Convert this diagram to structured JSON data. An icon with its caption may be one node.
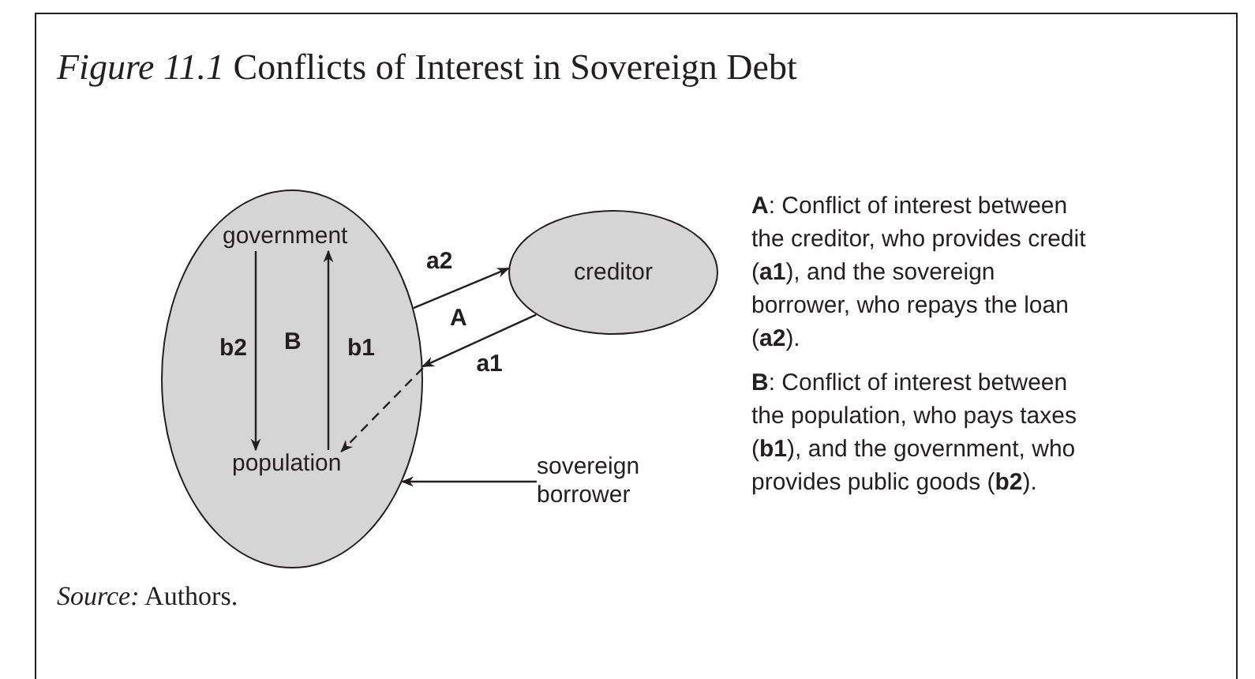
{
  "diagram": {
    "title": "*Figure 11.1* Conflicts of Interest in Sovereign Debt",
    "caption": "*Source:* Authors.",
    "nodes": [
      {
        "text": [],
        "shape": "ellipse"
      },
      {
        "text": [
          "government"
        ],
        "in": 0
      },
      {
        "text": [
          "population"
        ],
        "in": 0
      },
      {
        "text": [
          "creditor"
        ]
      },
      {
        "text": [
          "sovereign borrower"
        ]
      }
    ],
    "edges": [
      {
        "from": 1,
        "to": 2,
        "arrow": "to",
        "label": "b2"
      },
      {
        "from": 2,
        "to": 1,
        "arrow": "to",
        "label": "b1"
      },
      {
        "from": 0,
        "to": 3,
        "arrow": "to",
        "label": "a2"
      },
      {
        "from": 3,
        "to": 0,
        "arrow": "to",
        "label": "a1"
      },
      {
        "from": 0,
        "to": 2,
        "arrow": "to",
        "style": "dashed"
      },
      {
        "from": 4,
        "to": 0,
        "arrow": "to"
      }
    ],
    "labels": [
      "B",
      "A",
      "**A**: Conflict of interest between the creditor, who provides credit (**a1**), and the sovereign borrower, who repays the loan (**a2**).",
      "**B**: Conflict of interest between the population, who pays taxes (**b1**), and the government, who provides public goods (**b2**)."
    ]
  }
}
